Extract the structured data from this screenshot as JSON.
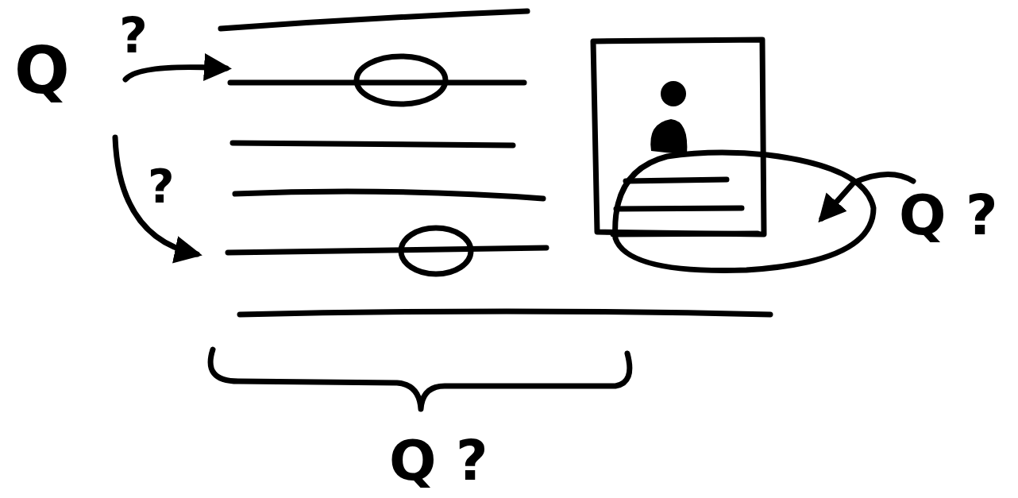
{
  "diagram": {
    "labels": [
      "Q",
      "?",
      "?",
      "Q ?",
      "Q ?"
    ]
  }
}
